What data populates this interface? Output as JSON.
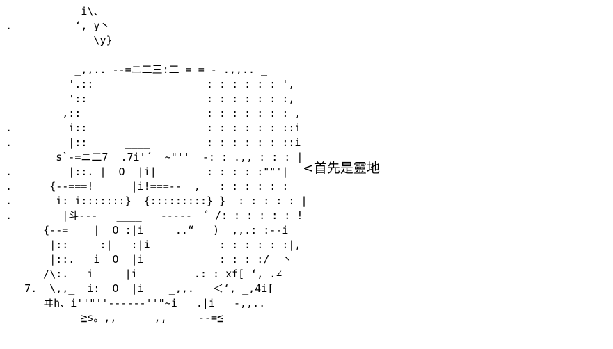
{
  "colors": {
    "background": "#ffffff",
    "ink": "#000000"
  },
  "ascii_art": {
    "description": "ascii-art-character",
    "lines": [
      "            i\\、",
      ".          ‘, y丶",
      "              \\y}",
      "",
      "           _,,.. --=ニ二三:二 = = - .,,.. _",
      "          '.::                  : : : : : : ',",
      "          '::                   : : : : : : :,",
      "         ,::                    : : : : : : : ,",
      ".         i::                   : : : : : : ::i",
      ".         |::      ____         : : : : : : ::i",
      "        s`-=ニ二7  .7i'´  ~\"''  -: : .,,_: : : |",
      ".         |::. |  O  |i|        : : : : :\"\"'|",
      ".      {--===!      |i!===--  ,   : : : : : :",
      ".       i: i:::::::}  {:::::::::} }  : : : : : |",
      ".        |斗---   ____   -----  ゛/: : : : : : !",
      "      {--=    |  O :|i     ..“   )__,,.: :--i",
      "       |::     :|   :|i           : : : : : :|,",
      "       |::.   i  O  |i            : : : :/  丶",
      "      /\\:.   i     |i         .: : xf[ ‘, .∠",
      "   7.  \\,,_  i:  O  |i    _,,.   ＜‘, _,4i[",
      "      ヰh、i''\"''------''\"~i   .|i   -,,..",
      "            ≧s。,,      ,,     --=≦"
    ]
  },
  "dialogue": {
    "text": "<首先是靈地"
  }
}
